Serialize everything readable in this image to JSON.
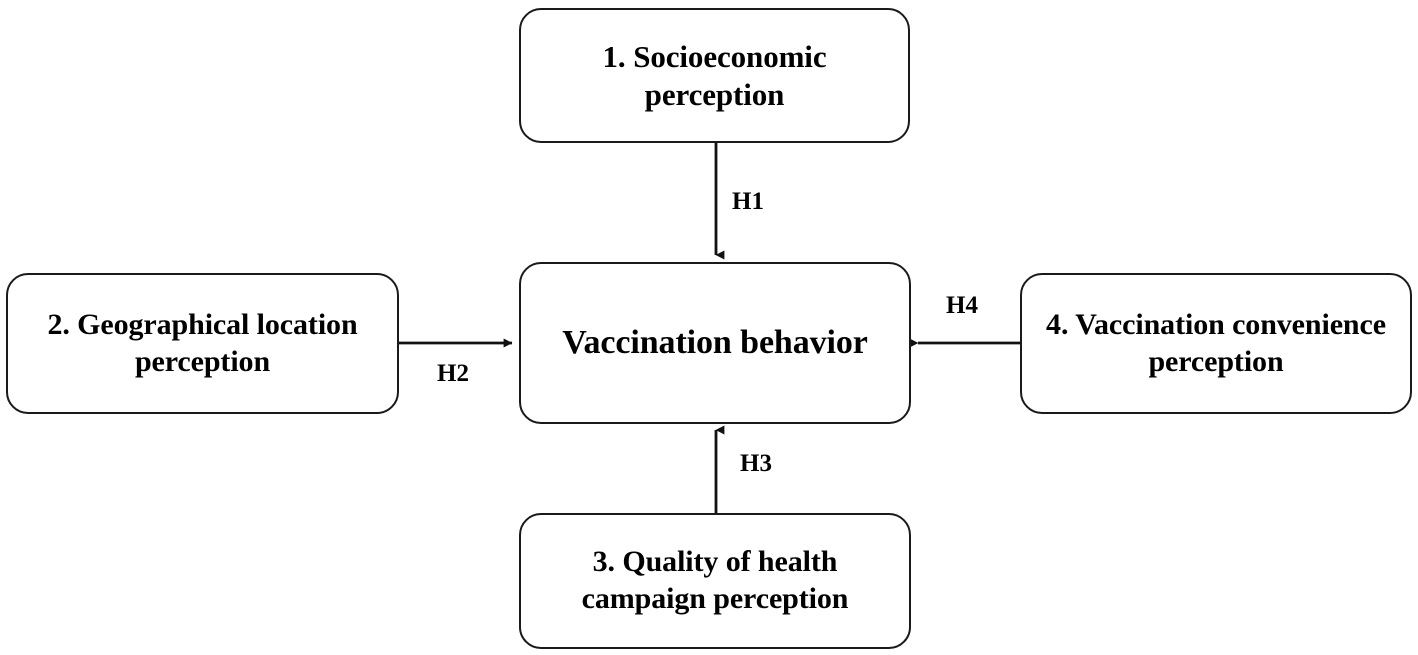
{
  "diagram": {
    "type": "conceptual-framework",
    "title": "Vaccination behavior conceptual framework",
    "colors": {
      "stroke": "#1a1a1a",
      "fill": "#ffffff",
      "text": "#000000",
      "background": "#ffffff"
    },
    "nodes": [
      {
        "id": "socioeconomic",
        "number": "1",
        "label": "1. Socioeconomic perception",
        "position": "top"
      },
      {
        "id": "geographical",
        "number": "2",
        "label": "2. Geographical location perception",
        "position": "left"
      },
      {
        "id": "health-campaign",
        "number": "3",
        "label": "3. Quality of health campaign perception",
        "position": "bottom"
      },
      {
        "id": "convenience",
        "number": "4",
        "label": "4. Vaccination convenience perception",
        "position": "right"
      },
      {
        "id": "vaccination-behavior",
        "number": "",
        "label": "Vaccination behavior",
        "position": "center"
      }
    ],
    "edges": [
      {
        "id": "h1",
        "label": "H1",
        "from": "socioeconomic",
        "to": "vaccination-behavior",
        "direction": "down"
      },
      {
        "id": "h2",
        "label": "H2",
        "from": "geographical",
        "to": "vaccination-behavior",
        "direction": "right"
      },
      {
        "id": "h3",
        "label": "H3",
        "from": "health-campaign",
        "to": "vaccination-behavior",
        "direction": "up"
      },
      {
        "id": "h4",
        "label": "H4",
        "from": "convenience",
        "to": "vaccination-behavior",
        "direction": "left"
      }
    ]
  }
}
